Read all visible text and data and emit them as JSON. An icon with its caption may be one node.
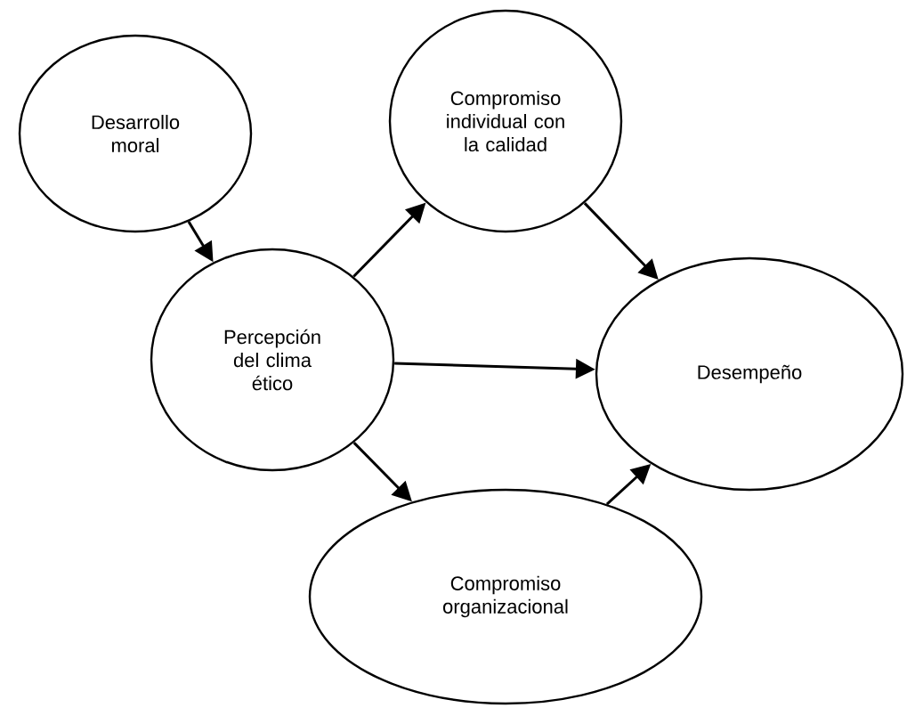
{
  "diagram": {
    "nodes": [
      {
        "text": [
          "Desarrollo moral"
        ]
      },
      {
        "text": [
          "Compromiso individual con la calidad"
        ]
      },
      {
        "text": [
          "Percepción del clima ético"
        ]
      },
      {
        "text": [
          "Desempeño"
        ]
      },
      {
        "text": [
          "Compromiso organizacional"
        ]
      }
    ],
    "edges": [
      {
        "from": 0,
        "to": 2,
        "arrow": "to"
      },
      {
        "from": 2,
        "to": 1,
        "arrow": "to"
      },
      {
        "from": 2,
        "to": 3,
        "arrow": "to"
      },
      {
        "from": 2,
        "to": 4,
        "arrow": "to"
      },
      {
        "from": 1,
        "to": 3,
        "arrow": "to"
      },
      {
        "from": 4,
        "to": 3,
        "arrow": "to"
      }
    ]
  }
}
